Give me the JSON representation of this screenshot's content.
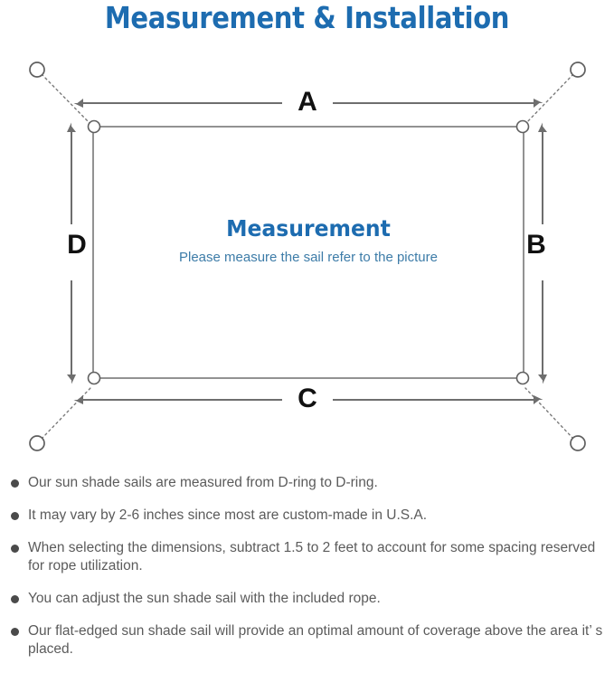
{
  "page": {
    "title": "Measurement & Installation",
    "title_color": "#1d6cb0",
    "background": "#ffffff",
    "body_text_color": "#5b5b5b"
  },
  "diagram": {
    "name": "sun-shade-sail-measurement-diagram",
    "heading": "Measurement",
    "subheading": "Please measure the sail refer to the picture",
    "heading_color": "#1d6cb0",
    "subheading_color": "#3d7ca8",
    "line_color": "#6e6e6e",
    "sail_outline_color": "#6e6e6e",
    "dimension_labels": {
      "top": "A",
      "right": "B",
      "bottom": "C",
      "left": "D"
    },
    "anchor_points": [
      {
        "name": "anchor-top-left",
        "corner": "top-left"
      },
      {
        "name": "anchor-top-right",
        "corner": "top-right"
      },
      {
        "name": "anchor-bottom-left",
        "corner": "bottom-left"
      },
      {
        "name": "anchor-bottom-right",
        "corner": "bottom-right"
      }
    ],
    "d_rings": [
      {
        "name": "d-ring-top-left",
        "corner": "top-left"
      },
      {
        "name": "d-ring-top-right",
        "corner": "top-right"
      },
      {
        "name": "d-ring-bottom-left",
        "corner": "bottom-left"
      },
      {
        "name": "d-ring-bottom-right",
        "corner": "bottom-right"
      }
    ]
  },
  "notes": [
    "Our sun shade sails are measured from D-ring to D-ring.",
    "It may vary by 2-6 inches since most are custom-made in U.S.A.",
    "When selecting the dimensions, subtract 1.5 to 2 feet to account for some spacing reserved for rope utilization.",
    "You can adjust the sun shade sail with the included rope.",
    "Our flat-edged sun shade sail will provide an optimal amount of coverage above the area it’ s placed."
  ]
}
